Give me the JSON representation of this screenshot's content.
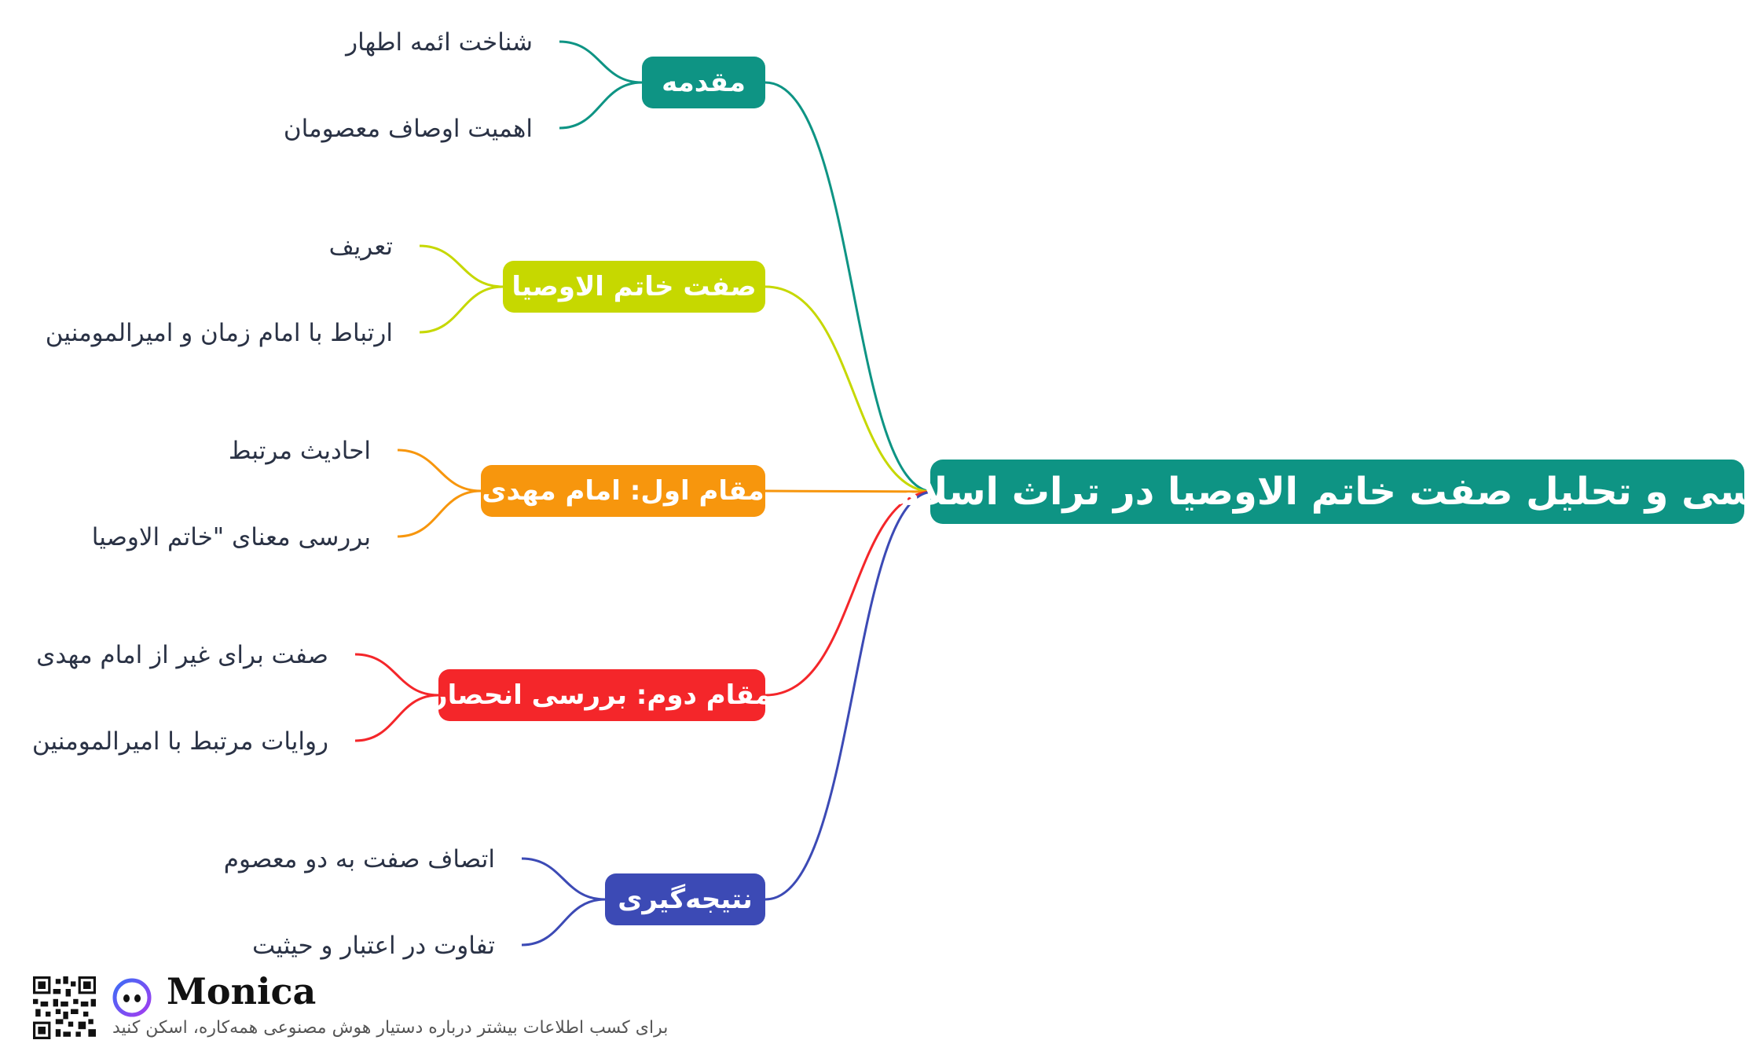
{
  "mindmap": {
    "root": {
      "label": "بررسی و تحلیل صفت خاتم الاوصیا در تراث اسلامی",
      "color": "#0e9484"
    },
    "branches": [
      {
        "label": "مقدمه",
        "color": "#0e9484",
        "children": [
          "شناخت ائمه اطهار",
          "اهمیت اوصاف معصومان"
        ]
      },
      {
        "label": "صفت خاتم الاوصیا",
        "color": "#c6d800",
        "children": [
          "تعریف",
          "ارتباط با امام زمان و امیرالمومنین"
        ]
      },
      {
        "label": "مقام اول: امام مهدی",
        "color": "#f7960d",
        "children": [
          "احادیث مرتبط",
          "بررسی معنای \"خاتم الاوصیا"
        ]
      },
      {
        "label": "مقام دوم: بررسی انحصار",
        "color": "#f4262a",
        "children": [
          "صفت برای غیر از امام مهدی",
          "روایات مرتبط با امیرالمومنین"
        ]
      },
      {
        "label": "نتیجه‌گیری",
        "color": "#3c4ab5",
        "children": [
          "اتصاف صفت به دو معصوم",
          "تفاوت در اعتبار و حیثیت"
        ]
      }
    ]
  },
  "footer": {
    "brand": "Monica",
    "text": "برای کسب اطلاعات بیشتر درباره دستیار هوش مصنوعی همه‌کاره، اسکن کنید",
    "qr_icon": "qr-code-icon",
    "logo_icon": "monica-logo-icon",
    "logo_color": "#7a3cf0"
  }
}
